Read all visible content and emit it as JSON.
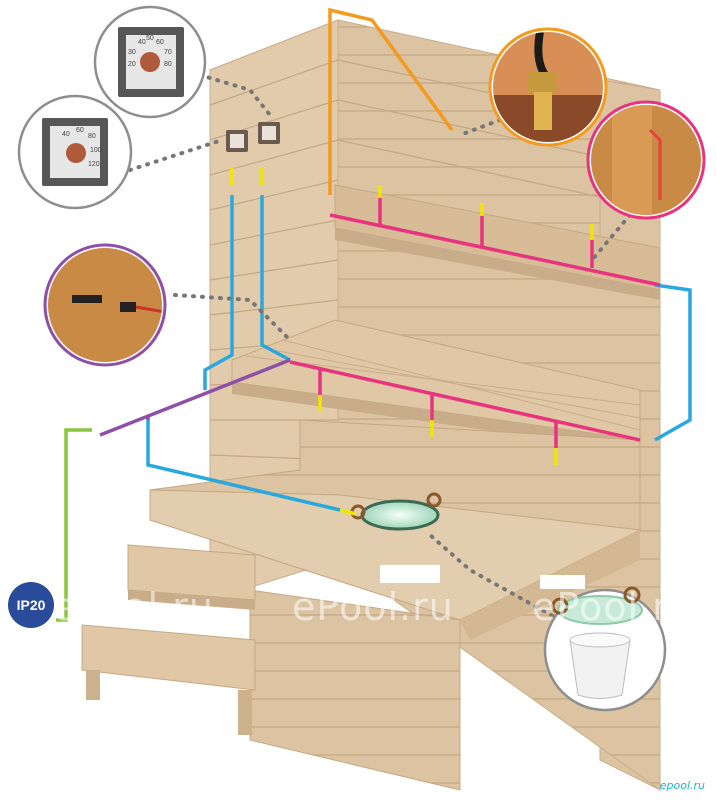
{
  "badge": {
    "label": "IP20"
  },
  "watermark": {
    "text": "ePool.ru",
    "brand_small": "epool.ru"
  },
  "thermometer_small": {
    "ticks": [
      "40",
      "50",
      "60",
      "30",
      "70",
      "20",
      "80"
    ]
  },
  "thermometer_large": {
    "ticks": [
      "40",
      "60",
      "80",
      "100",
      "120"
    ]
  },
  "colors": {
    "wood": "#dcc3a2",
    "wood_dark": "#c9ad8a",
    "wire_cyan": "#29a8e0",
    "wire_magenta": "#e8337e",
    "wire_purple": "#8e4fa6",
    "wire_orange": "#f39a1f",
    "wire_yellow": "#f2e600",
    "wire_green": "#8cc63f",
    "badge": "#2a4a9a"
  }
}
